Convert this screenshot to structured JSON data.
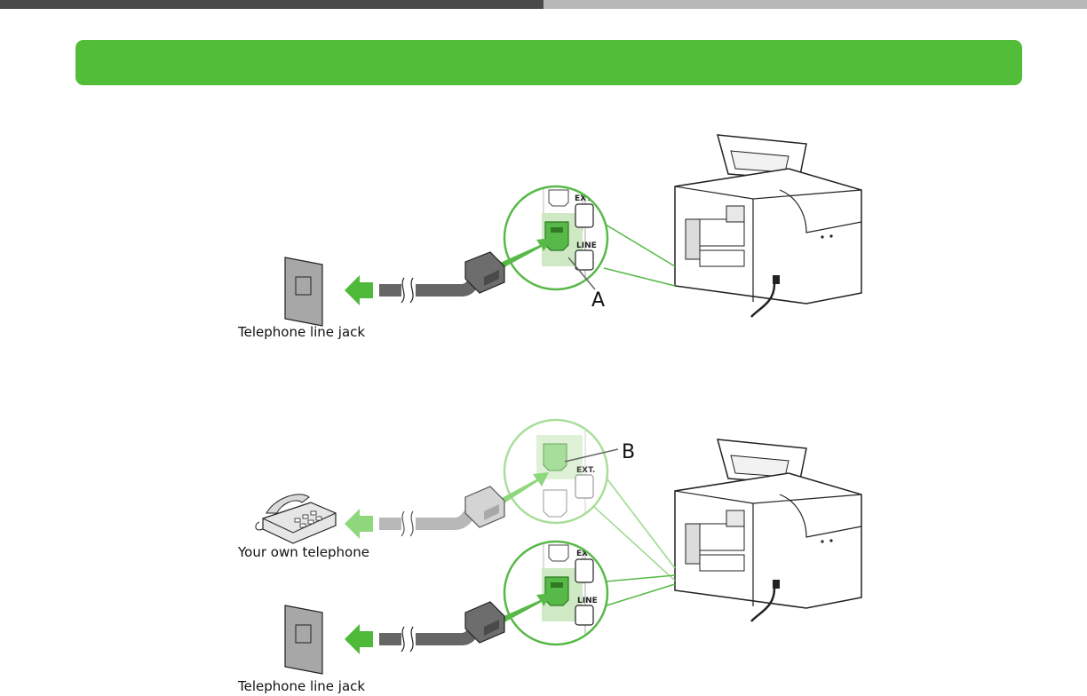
{
  "labels": {
    "jack_top": "Telephone line jack",
    "telephone": "Your own telephone",
    "jack_bottom": "Telephone line jack",
    "callout_a": "A",
    "callout_b": "B"
  },
  "port_labels": {
    "ext": "EXT.",
    "line": "LINE"
  },
  "colors": {
    "banner": "#52bd38",
    "arrow": "#4fb93a",
    "arrow_light": "#8fd77c",
    "jack_face": "#a7a7a7",
    "cable": "#7a7a7a"
  }
}
